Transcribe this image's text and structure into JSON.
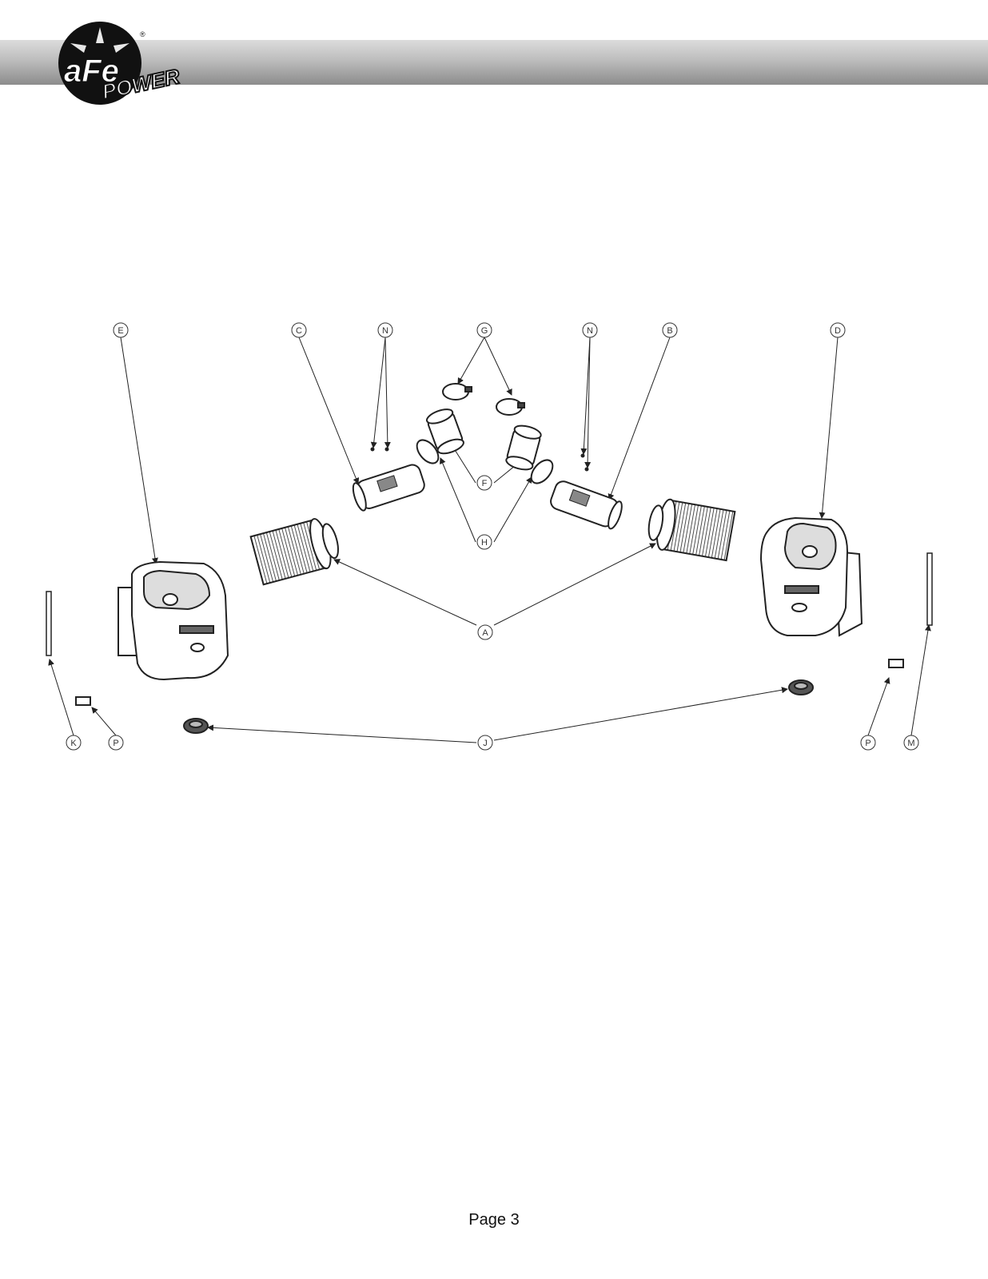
{
  "header": {
    "logo_text_top": "aFe",
    "logo_text_bottom": "POWER",
    "logo_registered": "®"
  },
  "diagram": {
    "callouts": {
      "E": "E",
      "C": "C",
      "N1": "N",
      "G": "G",
      "N2": "N",
      "B": "B",
      "D": "D",
      "F": "F",
      "H": "H",
      "A": "A",
      "K": "K",
      "P1": "P",
      "J": "J",
      "P2": "P",
      "M": "M"
    }
  },
  "footer": {
    "page_label": "Page 3"
  }
}
